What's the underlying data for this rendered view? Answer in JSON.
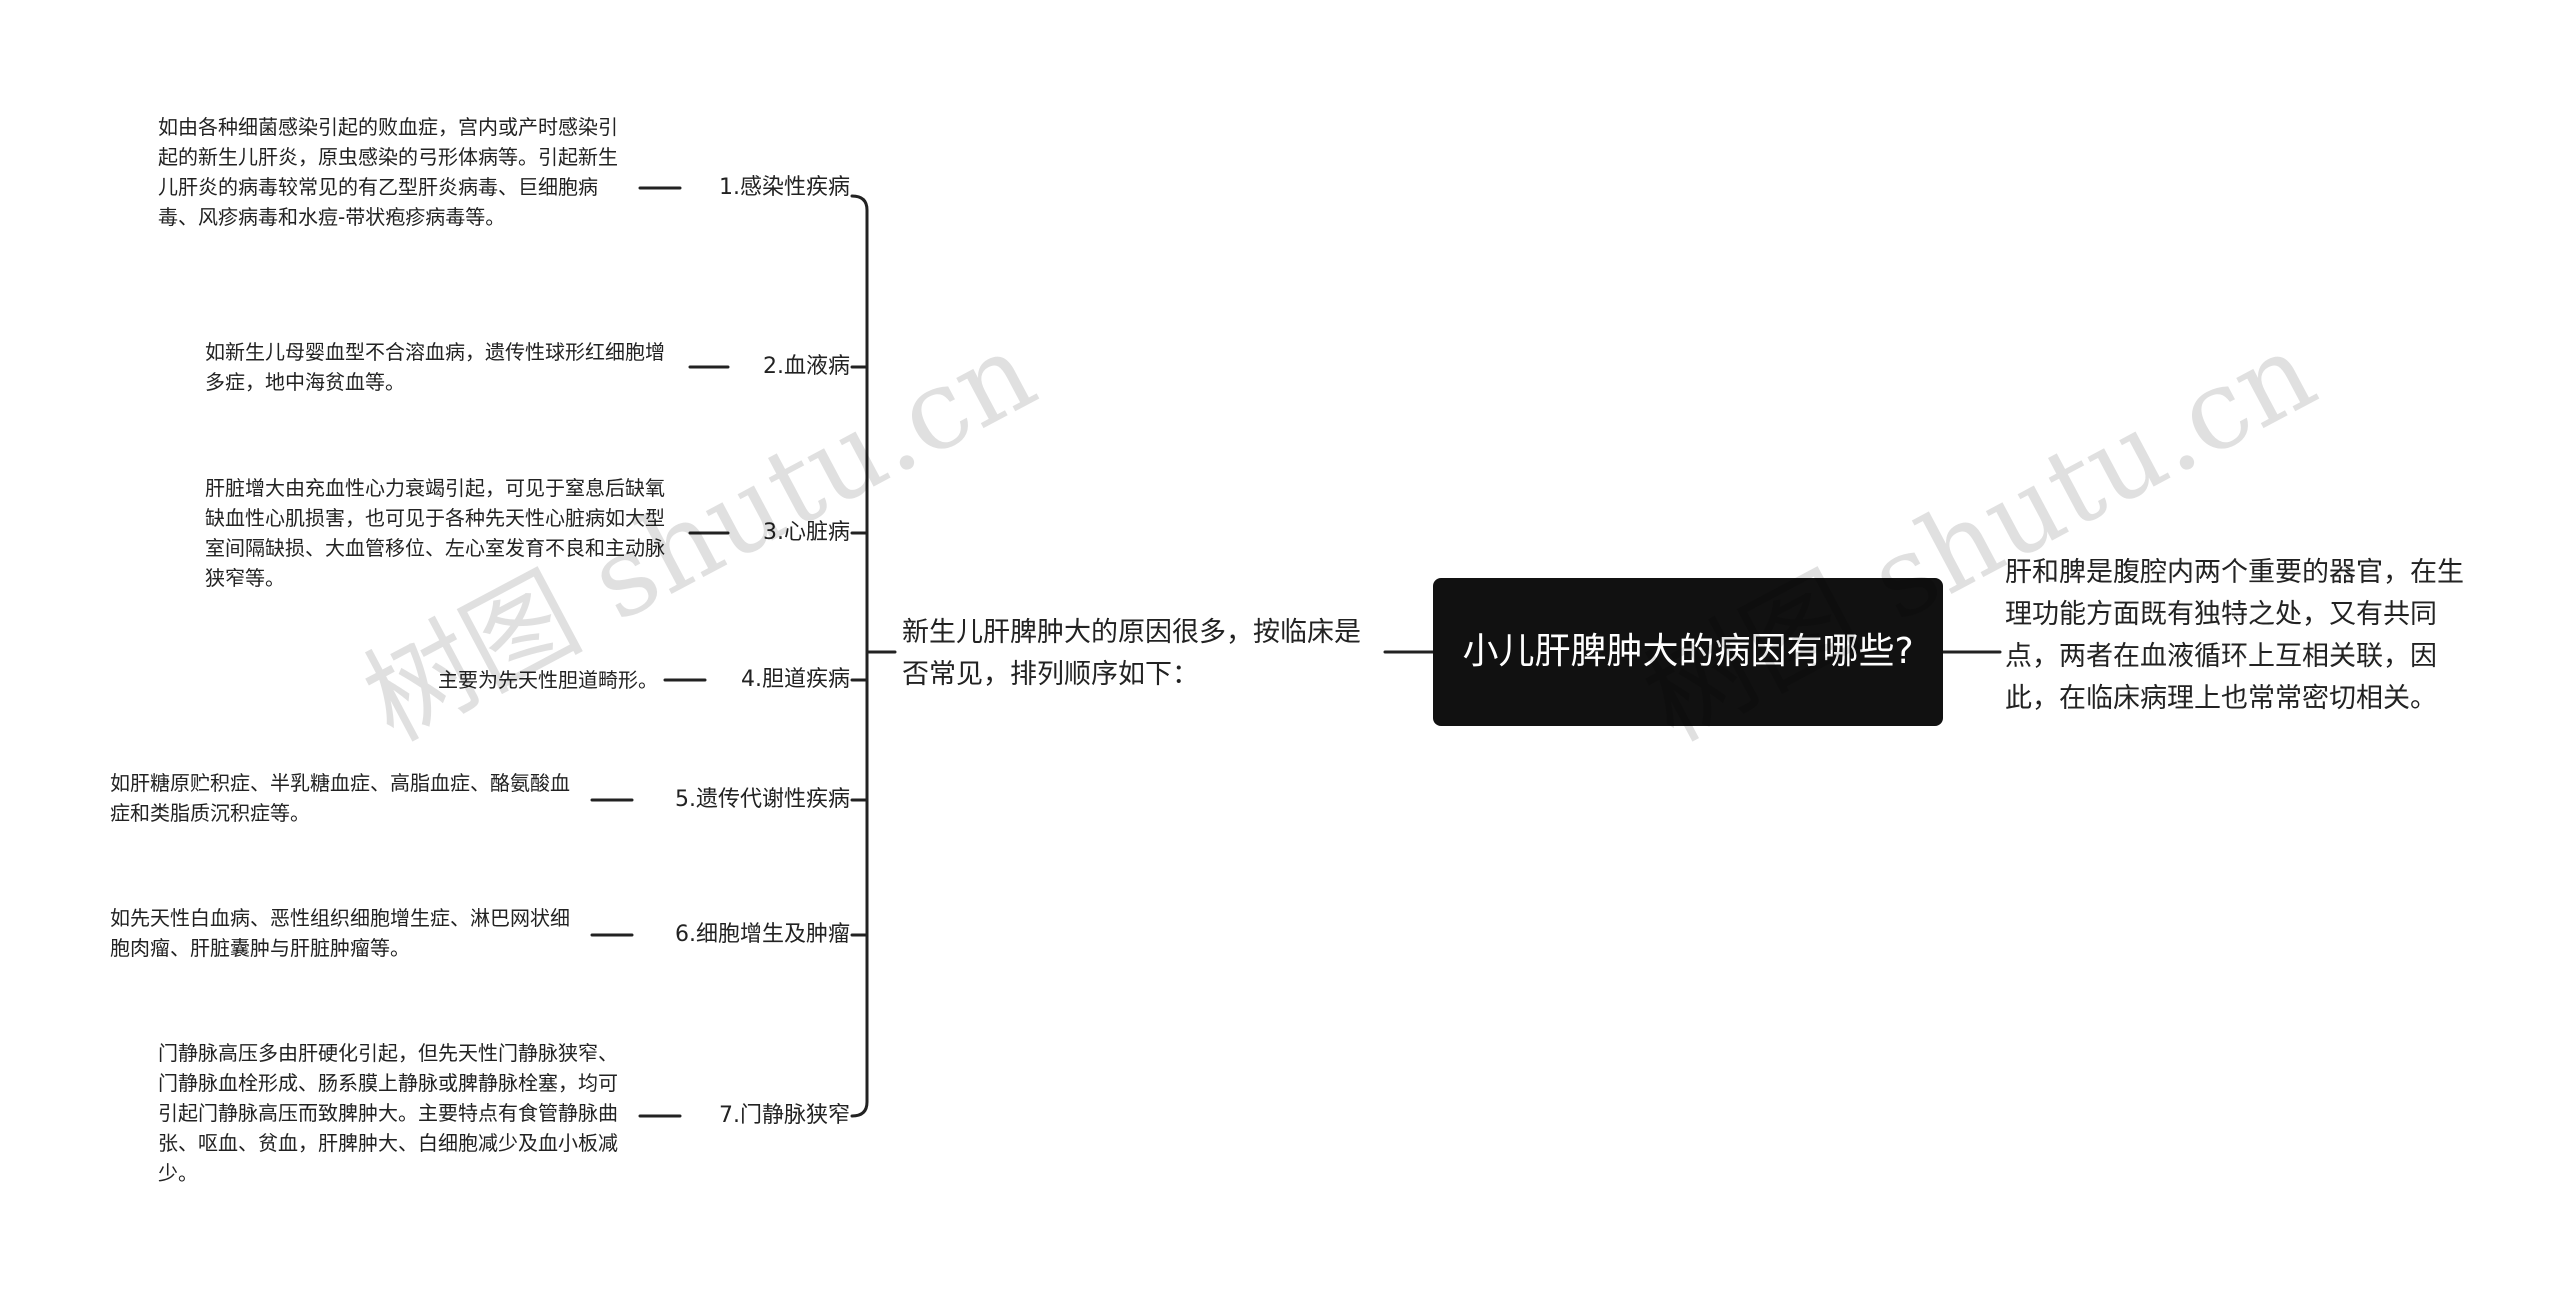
{
  "root": {
    "title": "小儿肝脾肿大的病因有哪些?"
  },
  "intro": "新生儿肝脾肿大的原因很多，按临床是否常见，排列顺序如下：",
  "side_note": "肝和脾是腹腔内两个重要的器官，在生理功能方面既有独特之处，又有共同点，两者在血液循环上互相关联，因此，在临床病理上也常常密切相关。",
  "categories": [
    {
      "label": "1.感染性疾病",
      "detail": "如由各种细菌感染引起的败血症，宫内或产时感染引起的新生儿肝炎，原虫感染的弓形体病等。引起新生儿肝炎的病毒较常见的有乙型肝炎病毒、巨细胞病毒、风疹病毒和水痘-带状疱疹病毒等。"
    },
    {
      "label": "2.血液病",
      "detail": "如新生儿母婴血型不合溶血病，遗传性球形红细胞增多症，地中海贫血等。"
    },
    {
      "label": "3.心脏病",
      "detail": "肝脏增大由充血性心力衰竭引起，可见于窒息后缺氧缺血性心肌损害，也可见于各种先天性心脏病如大型室间隔缺损、大血管移位、左心室发育不良和主动脉狭窄等。"
    },
    {
      "label": "4.胆道疾病",
      "detail": "主要为先天性胆道畸形。"
    },
    {
      "label": "5.遗传代谢性疾病",
      "detail": "如肝糖原贮积症、半乳糖血症、高脂血症、酪氨酸血症和类脂质沉积症等。"
    },
    {
      "label": "6.细胞增生及肿瘤",
      "detail": "如先天性白血病、恶性组织细胞增生症、淋巴网状细胞肉瘤、肝脏囊肿与肝脏肿瘤等。"
    },
    {
      "label": "7.门静脉狭窄",
      "detail": "门静脉高压多由肝硬化引起，但先天性门静脉狭窄、门静脉血栓形成、肠系膜上静脉或脾静脉栓塞，均可引起门静脉高压而致脾肿大。主要特点有食管静脉曲张、呕血、贫血，肝脾肿大、白细胞减少及血小板减少。"
    }
  ],
  "watermark": "树图 shutu.cn",
  "colors": {
    "root_bg": "#111111",
    "root_text": "#ffffff",
    "line": "#222222"
  }
}
